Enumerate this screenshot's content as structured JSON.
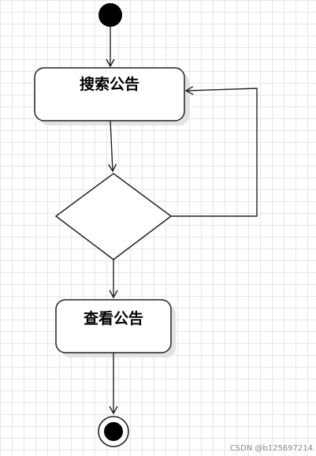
{
  "nodes": {
    "search": {
      "label": "搜索公告"
    },
    "view": {
      "label": "查看公告"
    }
  },
  "watermark": "CSDN @b125697214",
  "colors": {
    "stroke": "#222222",
    "fill": "#ffffff",
    "shadow": "#e2e2e2",
    "grid": "#e6e6e6",
    "dot": "#000000"
  }
}
